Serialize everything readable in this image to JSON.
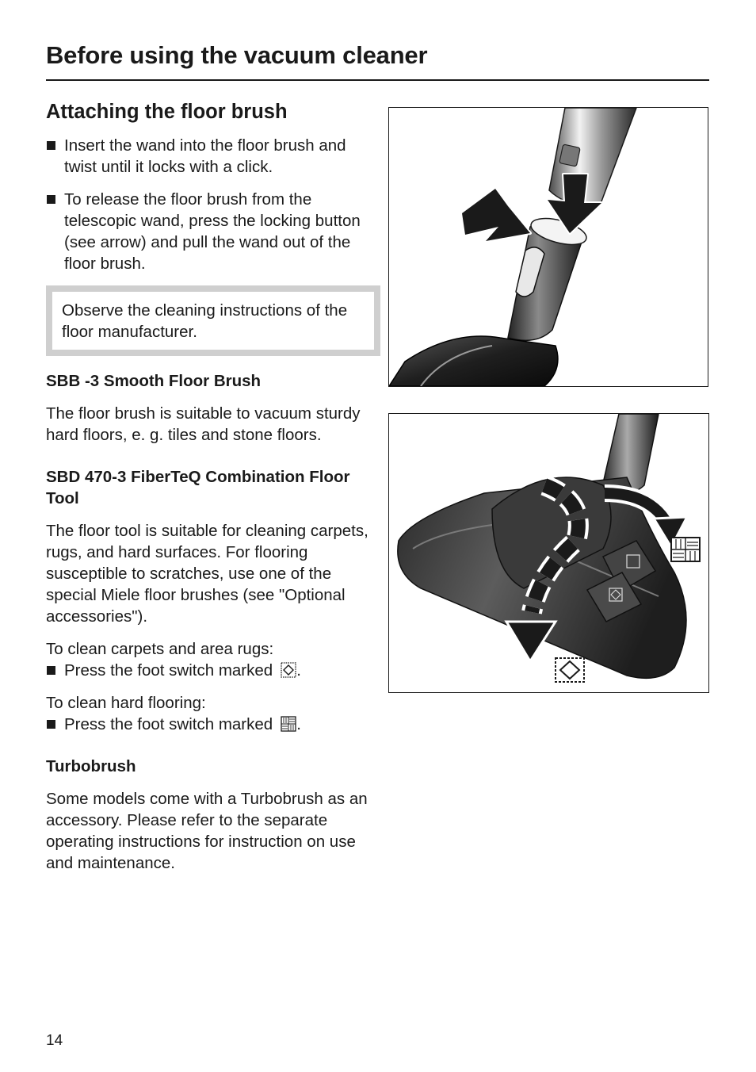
{
  "header": {
    "title": "Before using the vacuum cleaner"
  },
  "section": {
    "title": "Attaching the floor brush",
    "bullets": [
      "Insert the wand into the floor brush and twist until it locks with a click.",
      "To release the floor brush from the telescopic wand, press the locking button (see arrow) and pull the wand out of the floor brush."
    ],
    "note": "Observe the cleaning instructions of the floor manufacturer."
  },
  "sbb": {
    "heading": "SBB -3 Smooth Floor Brush",
    "text": "The floor brush is suitable to vacuum sturdy hard floors, e. g. tiles and stone floors."
  },
  "sbd": {
    "heading": "SBD 470-3 FiberTeQ Combination Floor Tool",
    "text": "The floor tool is suitable for cleaning carpets, rugs, and hard surfaces. For flooring susceptible to scratches, use one of the special Miele floor brushes (see \"Optional accessories\").",
    "carpet_intro": "To clean carpets and area rugs:",
    "carpet_step": "Press the foot switch marked",
    "hard_intro": "To clean hard flooring:",
    "hard_step": "Press the foot switch marked",
    "symbol_end": "."
  },
  "turbobrush": {
    "heading": "Turbobrush",
    "text": "Some models come with a Turbobrush as an accessory. Please refer to the separate operating instructions for instruction on use and maintenance."
  },
  "icons": {
    "carpet_symbol": "carpet-symbol-icon",
    "hard_floor_symbol": "hard-floor-symbol-icon",
    "bullet": "bullet-square-icon"
  },
  "footer": {
    "page_number": "14"
  }
}
